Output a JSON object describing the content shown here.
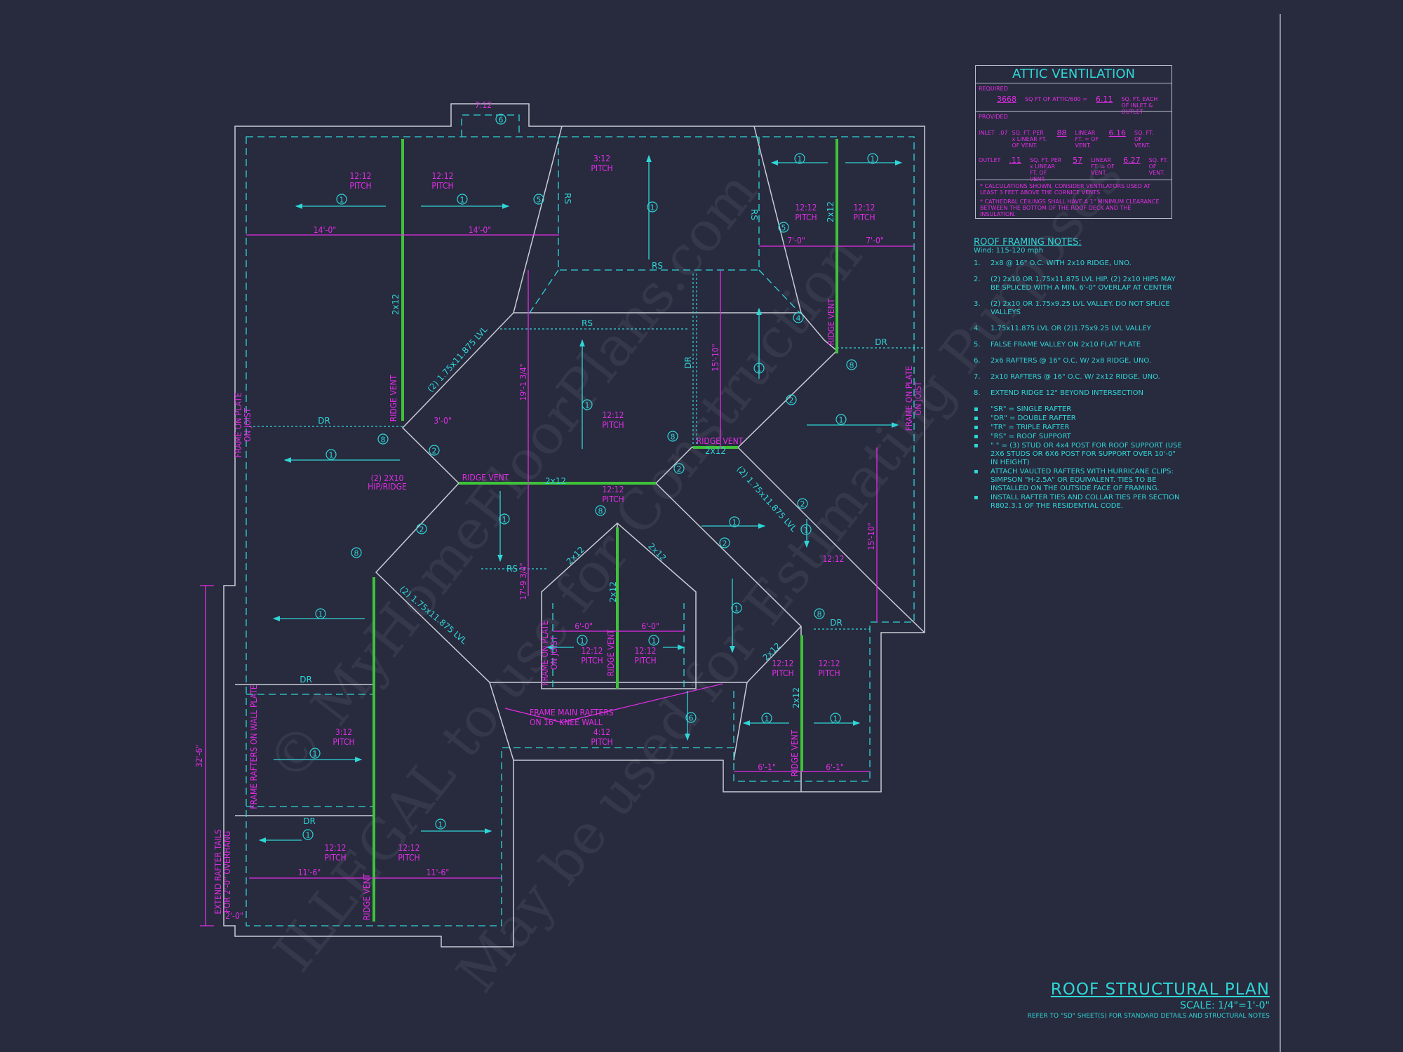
{
  "watermark": [
    "© MyHomeFloorPlans.com",
    "ILLEGAL to use for Construction",
    "May be used for Estimating Purposes"
  ],
  "colors": {
    "background": "#282a3e",
    "outline": "#c9ccd6",
    "framing": "#2fd6d6",
    "dimension": "#e22ee6",
    "ridge": "#3fc23a"
  },
  "attic_ventilation": {
    "title": "ATTIC VENTILATION",
    "required_label": "REQUIRED",
    "required_area": "3668",
    "required_text": "SQ FT OF ATTIC/600 =",
    "required_result": "6.11",
    "required_unit": "SQ. FT. EACH OF INLET & OUTLET",
    "provided_label": "PROVIDED",
    "inlet": {
      "label": "INLET",
      "rate": ".07",
      "rate_text": "SQ. FT. PER x LINEAR FT. OF VENT.",
      "length": "88",
      "length_text": "LINEAR FT. = OF VENT.",
      "result": "6.16",
      "result_text": "SQ. FT. OF VENT."
    },
    "outlet": {
      "label": "OUTLET",
      "rate": ".11",
      "rate_text": "SQ. FT. PER x LINEAR FT. OF VENT.",
      "length": "57",
      "length_text": "LINEAR FT. = OF VENT.",
      "result": "6.27",
      "result_text": "SQ. FT. OF VENT."
    },
    "notes": [
      "* CALCULATIONS SHOWN, CONSIDER VENTILATORS USED AT LEAST 3 FEET ABOVE THE CORNICE VENTS",
      "* CATHEDRAL CEILINGS SHALL HAVE A 1\" MINIMUM CLEARANCE BETWEEN THE BOTTOM OF THE ROOF DECK AND THE INSULATION."
    ]
  },
  "roof_framing_notes": {
    "title": "ROOF FRAMING NOTES:",
    "wind": "Wind: 115-120 mph",
    "items": [
      {
        "num": "1.",
        "text": "2x8 @ 16\" O.C. WITH 2x10 RIDGE, UNO."
      },
      {
        "num": "2.",
        "text": "(2) 2x10 OR 1.75x11.875 LVL HIP. (2) 2x10 HIPS MAY BE SPLICED WITH A MIN. 6'-0\" OVERLAP AT CENTER"
      },
      {
        "num": "3.",
        "text": "(2) 2x10 OR 1.75x9.25 LVL VALLEY. DO NOT SPLICE VALLEYS"
      },
      {
        "num": "4.",
        "text": "1.75x11.875 LVL OR (2)1.75x9.25 LVL VALLEY"
      },
      {
        "num": "5.",
        "text": "FALSE FRAME VALLEY ON 2x10 FLAT PLATE"
      },
      {
        "num": "6.",
        "text": "2x6 RAFTERS @ 16\" O.C. W/ 2x8 RIDGE, UNO."
      },
      {
        "num": "7.",
        "text": "2x10 RAFTERS @ 16\" O.C. W/ 2x12 RIDGE, UNO."
      },
      {
        "num": "8.",
        "text": "EXTEND RIDGE 12\" BEYOND INTERSECTION"
      }
    ],
    "bullets": [
      "\"SR\" = SINGLE RAFTER",
      "\"DR\" = DOUBLE RAFTER",
      "\"TR\" = TRIPLE RAFTER",
      "\"RS\" = ROOF SUPPORT",
      "\" \" = (3) STUD OR 4x4 POST FOR ROOF SUPPORT (USE 2X6 STUDS OR 6X6 POST FOR SUPPORT OVER 10'-0\" IN HEIGHT)",
      "ATTACH VAULTED RAFTERS WITH HURRICANE CLIPS: SIMPSON \"H-2.5A\" OR EQUIVALENT. TIES TO BE INSTALLED ON THE OUTSIDE FACE OF FRAMING.",
      "INSTALL RAFTER TIES AND COLLAR TIES PER SECTION R802.3.1 OF THE RESIDENTIAL CODE."
    ]
  },
  "title_block": {
    "title": "ROOF STRUCTURAL PLAN",
    "scale": "SCALE: 1/4\"=1'-0\"",
    "reference": "REFER TO \"SD\" SHEET(S) FOR STANDARD DETAILS AND STRUCTURAL NOTES"
  },
  "plan": {
    "pitch_word": "PITCH",
    "pitches": [
      "12:12",
      "12:12",
      "3:12",
      "12:12",
      "12:12",
      "12:12",
      "12:12",
      "3:12",
      "12:12",
      "12:12",
      "12:12",
      "12:12",
      "12:12",
      "12:12",
      "4:12",
      "7:12",
      "12:12"
    ],
    "dimensions": [
      "14'-0\"",
      "14'-0\"",
      "7'-0\"",
      "7'-0\"",
      "3'-0\"",
      "19'-1 3/4\"",
      "15'-10\"",
      "15'-10\"",
      "17'-9 3/4\"",
      "6'-0\"",
      "6'-0\"",
      "6'-1\"",
      "6'-1\"",
      "11'-6\"",
      "11'-6\"",
      "32'-6\"",
      "2'-0\""
    ],
    "ridge_vent": "RIDGE VENT",
    "frame_on_plate": "FRAME ON PLATE",
    "on_joist": "ON JOIST",
    "frame_on_wall_plate": "FRAME RAFTERS ON WALL PLATE",
    "hip_ridge": [
      "(2) 2X10",
      "HIP/RIDGE"
    ],
    "knee_wall": [
      "FRAME MAIN RAFTERS",
      "ON 16\" KNEE WALL"
    ],
    "rafter_tails": [
      "EXTEND RAFTER TAILS",
      "FOR 2'-0\" OVERHANG"
    ],
    "dr": "DR",
    "rs": "RS",
    "member": "2x12",
    "lvl": "(2) 1.75x11.875 LVL",
    "callouts": [
      "1",
      "1",
      "1",
      "1",
      "1",
      "1",
      "1",
      "1",
      "1",
      "1",
      "1",
      "1",
      "1",
      "1",
      "1",
      "1",
      "1",
      "1",
      "1",
      "1",
      "1",
      "2",
      "2",
      "2",
      "2",
      "2",
      "2",
      "5",
      "5",
      "4",
      "6",
      "6",
      "8",
      "8",
      "8",
      "8",
      "8",
      "8"
    ]
  }
}
